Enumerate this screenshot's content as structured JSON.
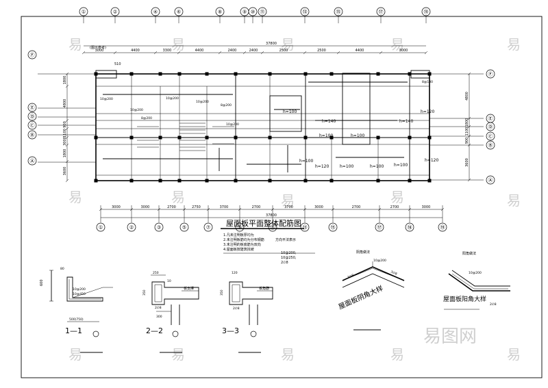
{
  "plan": {
    "title": "屋面板平面整体配筋图",
    "top_axes": [
      "①",
      "②",
      "④",
      "⑥",
      "⑧",
      "⑨",
      "⑩",
      "⑪",
      "⑬",
      "⑮",
      "⑰",
      "⑲"
    ],
    "bottom_axes": [
      "①",
      "②",
      "③",
      "⑤",
      "⑦",
      "⑨",
      "⑪",
      "⑬",
      "⑮",
      "⑰",
      "⑱",
      "⑲"
    ],
    "left_axes": [
      "Ⓕ",
      "Ⓔ",
      "Ⓓ",
      "Ⓒ",
      "Ⓑ",
      "Ⓐ"
    ],
    "right_axes": [
      "Ⓕ",
      "Ⓔ",
      "Ⓓ",
      "Ⓒ",
      "Ⓑ",
      "Ⓐ"
    ],
    "top_dims": [
      "3000",
      "4400",
      "3300",
      "4400",
      "2400",
      "2400",
      "2500",
      "2500",
      "4400",
      "3000"
    ],
    "top_total": "37800",
    "bottom_dims": [
      "3000",
      "3000",
      "2700",
      "2750",
      "3700",
      "2700",
      "3700",
      "3000",
      "2700",
      "2700",
      "3000"
    ],
    "bottom_total": "37800",
    "left_dims": [
      "3600",
      "1800",
      "3000",
      "1100",
      "900",
      "4800",
      "1800"
    ],
    "right_dims": [
      "4800",
      "1800",
      "1100",
      "900",
      "3600"
    ],
    "slab_labels": [
      "h=100",
      "h=140",
      "h=100",
      "h=120",
      "h=100",
      "h=100",
      "h=100",
      "h=100",
      "h=120",
      "h=100",
      "h=140",
      "h=120"
    ],
    "rebar_labels": [
      "10@200",
      "10@200",
      "10@200",
      "10@200",
      "8@200",
      "8@200",
      "10@200",
      "8@180"
    ],
    "corner_note": "(图示参考)",
    "small_dim": "510"
  },
  "notes": {
    "lines": [
      "1.凡未注明板厚均为",
      "2.未注明板筋均为分布钢筋",
      "3.未注明的板底筋为双向",
      "4.屋面板按建筑找坡"
    ],
    "right_note": "方向平法表示",
    "rebar_note": [
      "10@200,",
      "10@250,",
      "2∅8"
    ]
  },
  "sections": {
    "s11": {
      "label": "1—1",
      "dims": [
        "80",
        "600",
        "500(750)"
      ],
      "rebar": [
        "10@200",
        "10@450"
      ]
    },
    "s22": {
      "label": "2—2",
      "dims": [
        "250",
        "350",
        "300"
      ],
      "tag": "板支撑",
      "rebar": [
        "10",
        "2∅8"
      ]
    },
    "s33": {
      "label": "3—3",
      "dims": [
        "120",
        "350"
      ],
      "tag": "板角筋",
      "rebar": [
        "2∅8"
      ]
    }
  },
  "details": {
    "roof_valley": {
      "label": "屋面板阴角大样",
      "top_tag": "阴角做法",
      "rebar": [
        "10@200",
        "3∅8",
        "3∅8"
      ]
    },
    "roof_corner": {
      "label": "屋面板阳角大样",
      "top_tag": "阳角做法",
      "rebar": [
        "10@200",
        "2∅8"
      ]
    }
  },
  "watermark": {
    "char": "易",
    "logo": "易图网"
  }
}
